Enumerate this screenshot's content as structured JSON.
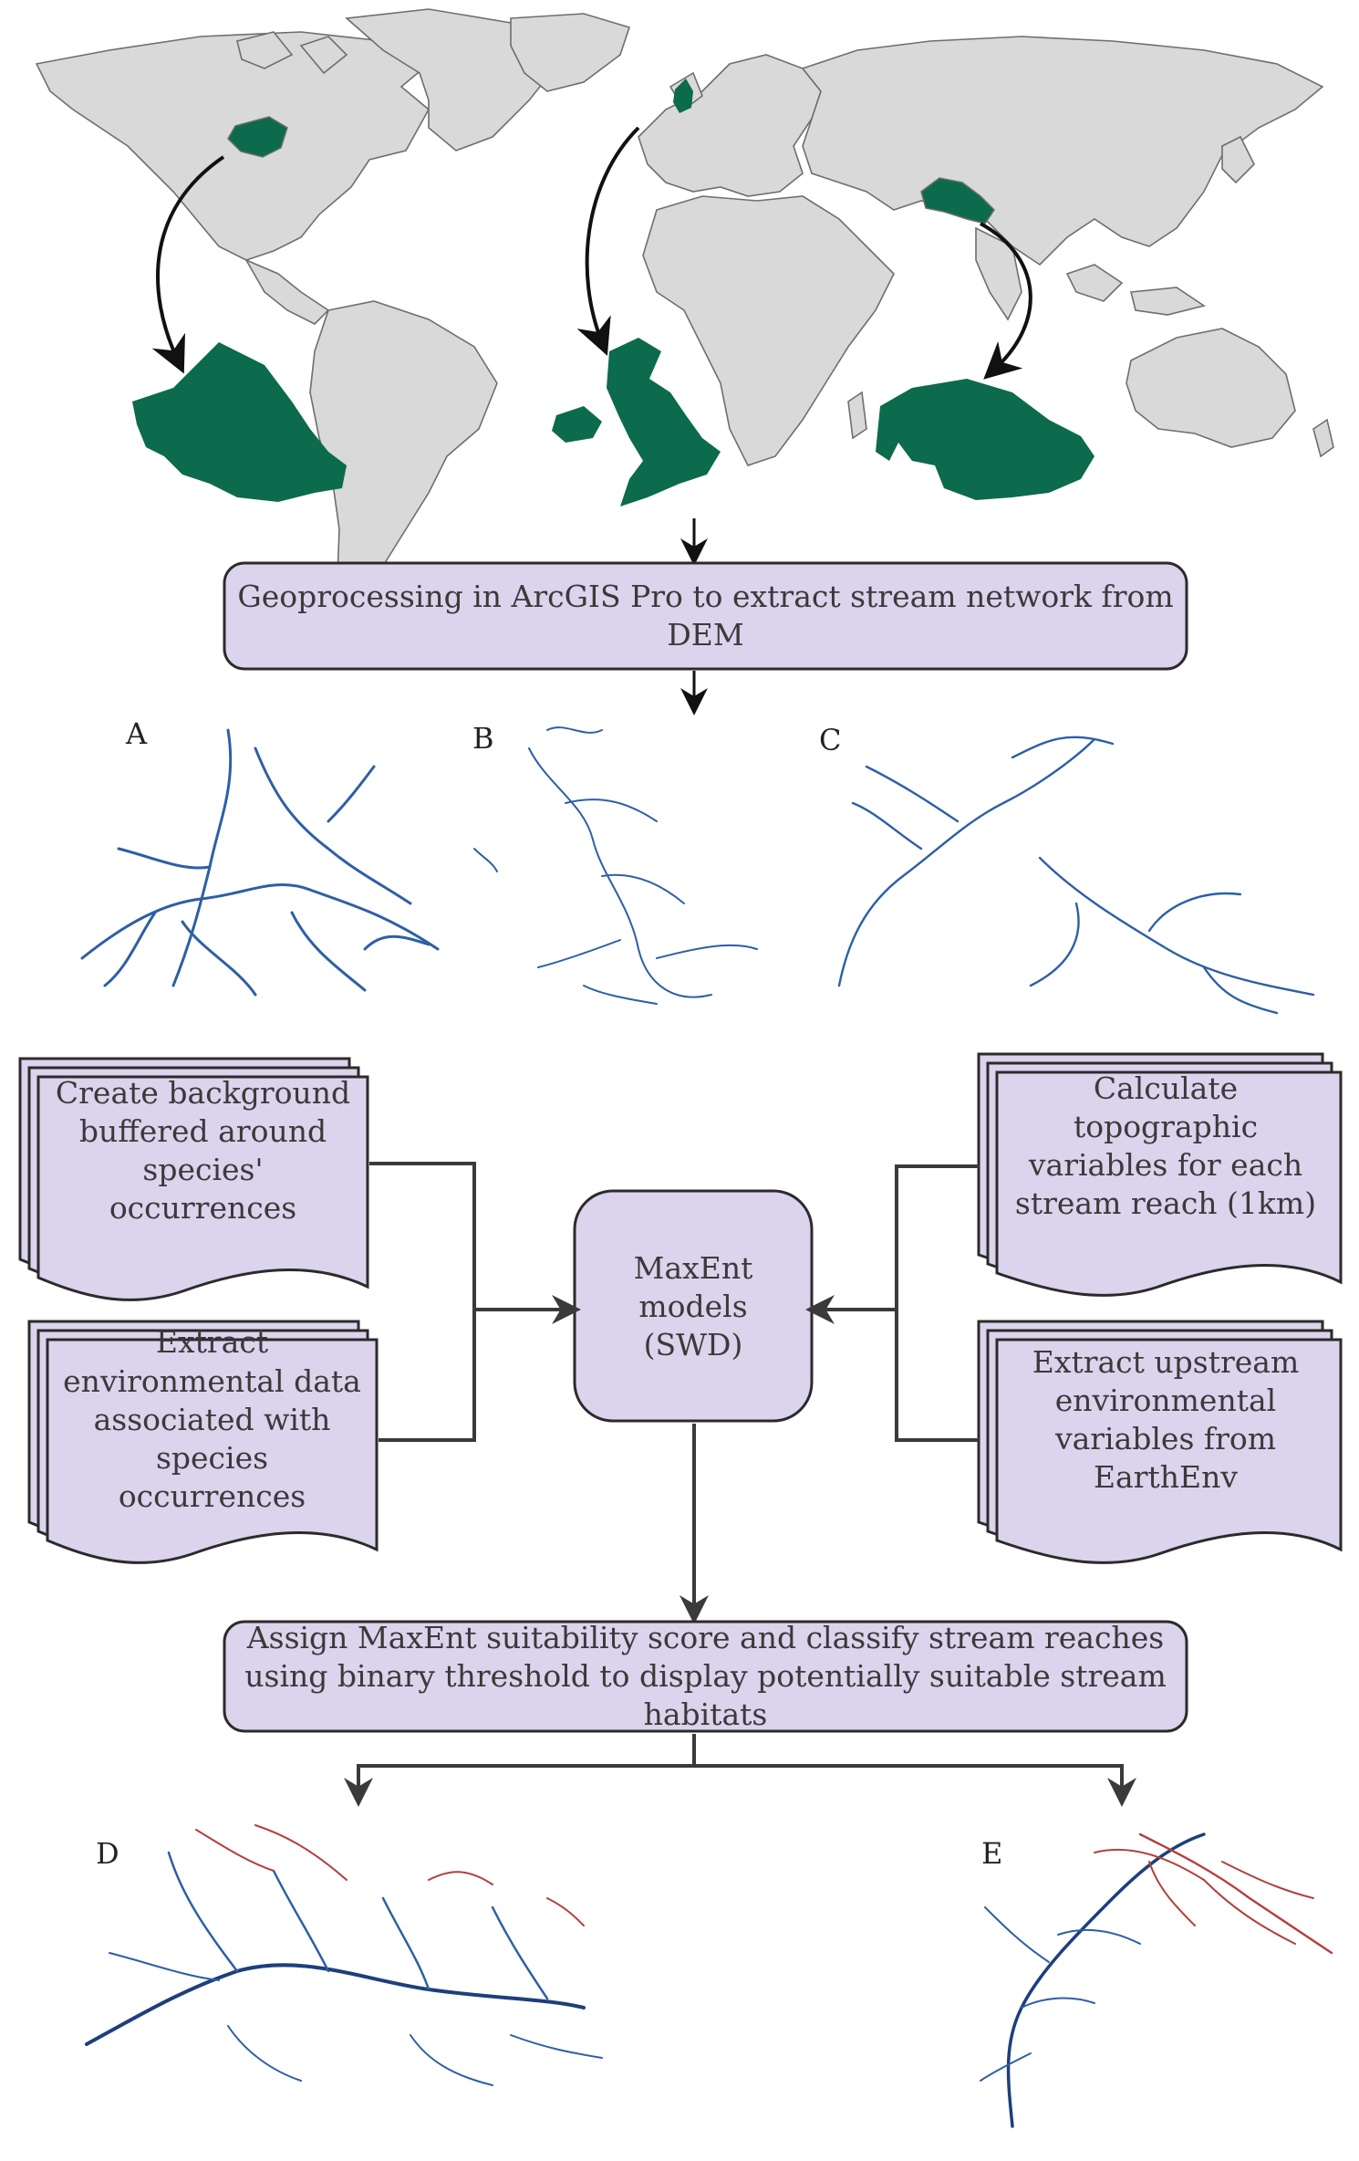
{
  "colors": {
    "land": "#d9d9d9",
    "land_border": "#6e6e6e",
    "highlight": "#0b6b4c",
    "box_fill": "#dcd3ed",
    "box_border": "#2b2b2b",
    "stream_blue": "#2d5fa6",
    "stream_dark": "#1d3f7c",
    "stream_red": "#b2403c"
  },
  "icons": {
    "world_map": "world-map-icon",
    "region_na": "pacific-northwest-region-icon",
    "region_uk": "great-britain-region-icon",
    "region_asia": "himalaya-region-icon"
  },
  "steps": {
    "geoprocessing": "Geoprocessing in ArcGIS Pro to extract  stream network from DEM",
    "background": "Create background buffered around species' occurrences",
    "extract_env": "Extract environmental data associated with species occurrences",
    "topographic": "Calculate topographic variables for each stream reach (1km)",
    "upstream": "Extract upstream environmental variables from EarthEnv",
    "maxent": "MaxEnt models (SWD)",
    "assign": "Assign MaxEnt suitability score and classify stream reaches using binary threshold to display potentially suitable stream habitats"
  },
  "panels": {
    "a": "A",
    "b": "B",
    "c": "C",
    "d": "D",
    "e": "E"
  }
}
